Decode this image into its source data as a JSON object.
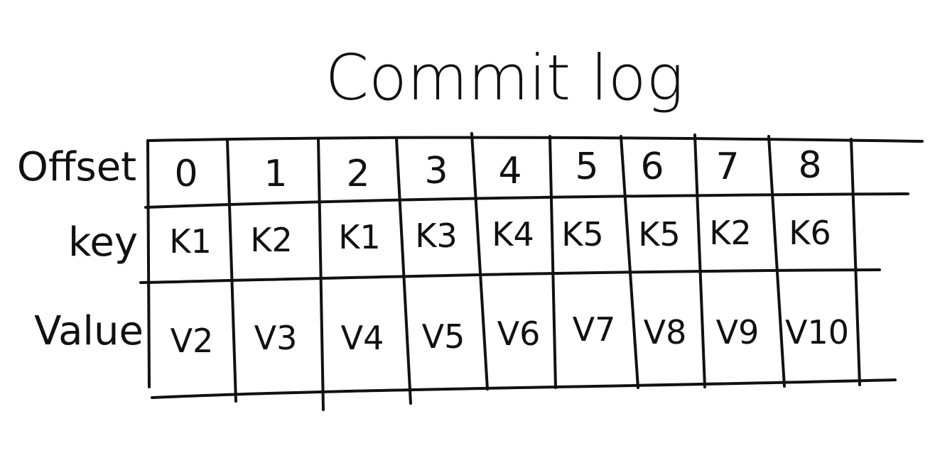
{
  "title": "Commit log",
  "row_labels": {
    "offset": "Offset",
    "key": "key",
    "value": "Value"
  },
  "columns": [
    {
      "offset": "0",
      "key": "K1",
      "value": "V2"
    },
    {
      "offset": "1",
      "key": "K2",
      "value": "V3"
    },
    {
      "offset": "2",
      "key": "K1",
      "value": "V4"
    },
    {
      "offset": "3",
      "key": "K3",
      "value": "V5"
    },
    {
      "offset": "4",
      "key": "K4",
      "value": "V6"
    },
    {
      "offset": "5",
      "key": "K5",
      "value": "V7"
    },
    {
      "offset": "6",
      "key": "K5",
      "value": "V8"
    },
    {
      "offset": "7",
      "key": "K2",
      "value": "V9"
    },
    {
      "offset": "8",
      "key": "K6",
      "value": "V10"
    }
  ]
}
